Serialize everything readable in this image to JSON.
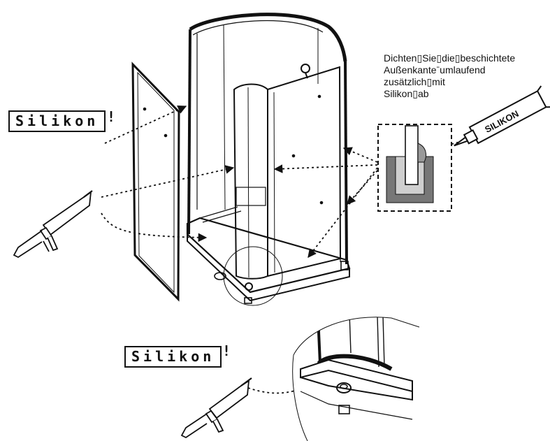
{
  "labels": {
    "silikon_top": "Silikon",
    "silikon_bottom": "Silikon",
    "exclamation": "!",
    "tube_label": "SILIKON"
  },
  "instruction": {
    "lines": [
      "Dichten▯Sie▯die▯beschichtete",
      "Außenkanteˉumlaufend",
      "zusätzlich▯mit",
      "Silikon▯ab"
    ]
  }
}
